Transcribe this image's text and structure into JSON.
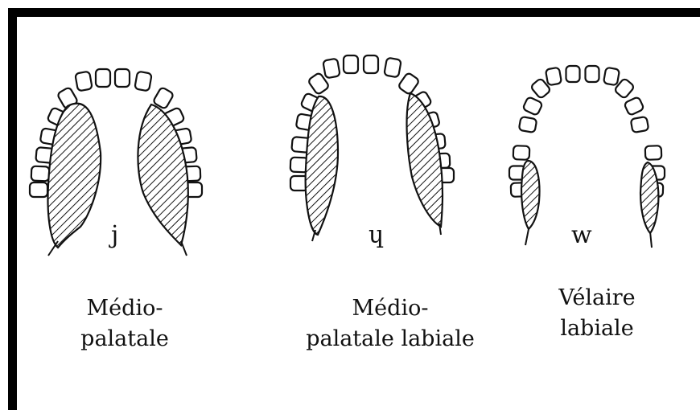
{
  "panels": [
    {
      "symbol": "j",
      "caption_line1": "Médio-",
      "caption_line2": "palatale"
    },
    {
      "symbol": "ɥ",
      "caption_line1": "Médio-",
      "caption_line2": "palatale labiale"
    },
    {
      "symbol": "w",
      "caption_line1": "Vélaire",
      "caption_line2": "labiale"
    }
  ]
}
